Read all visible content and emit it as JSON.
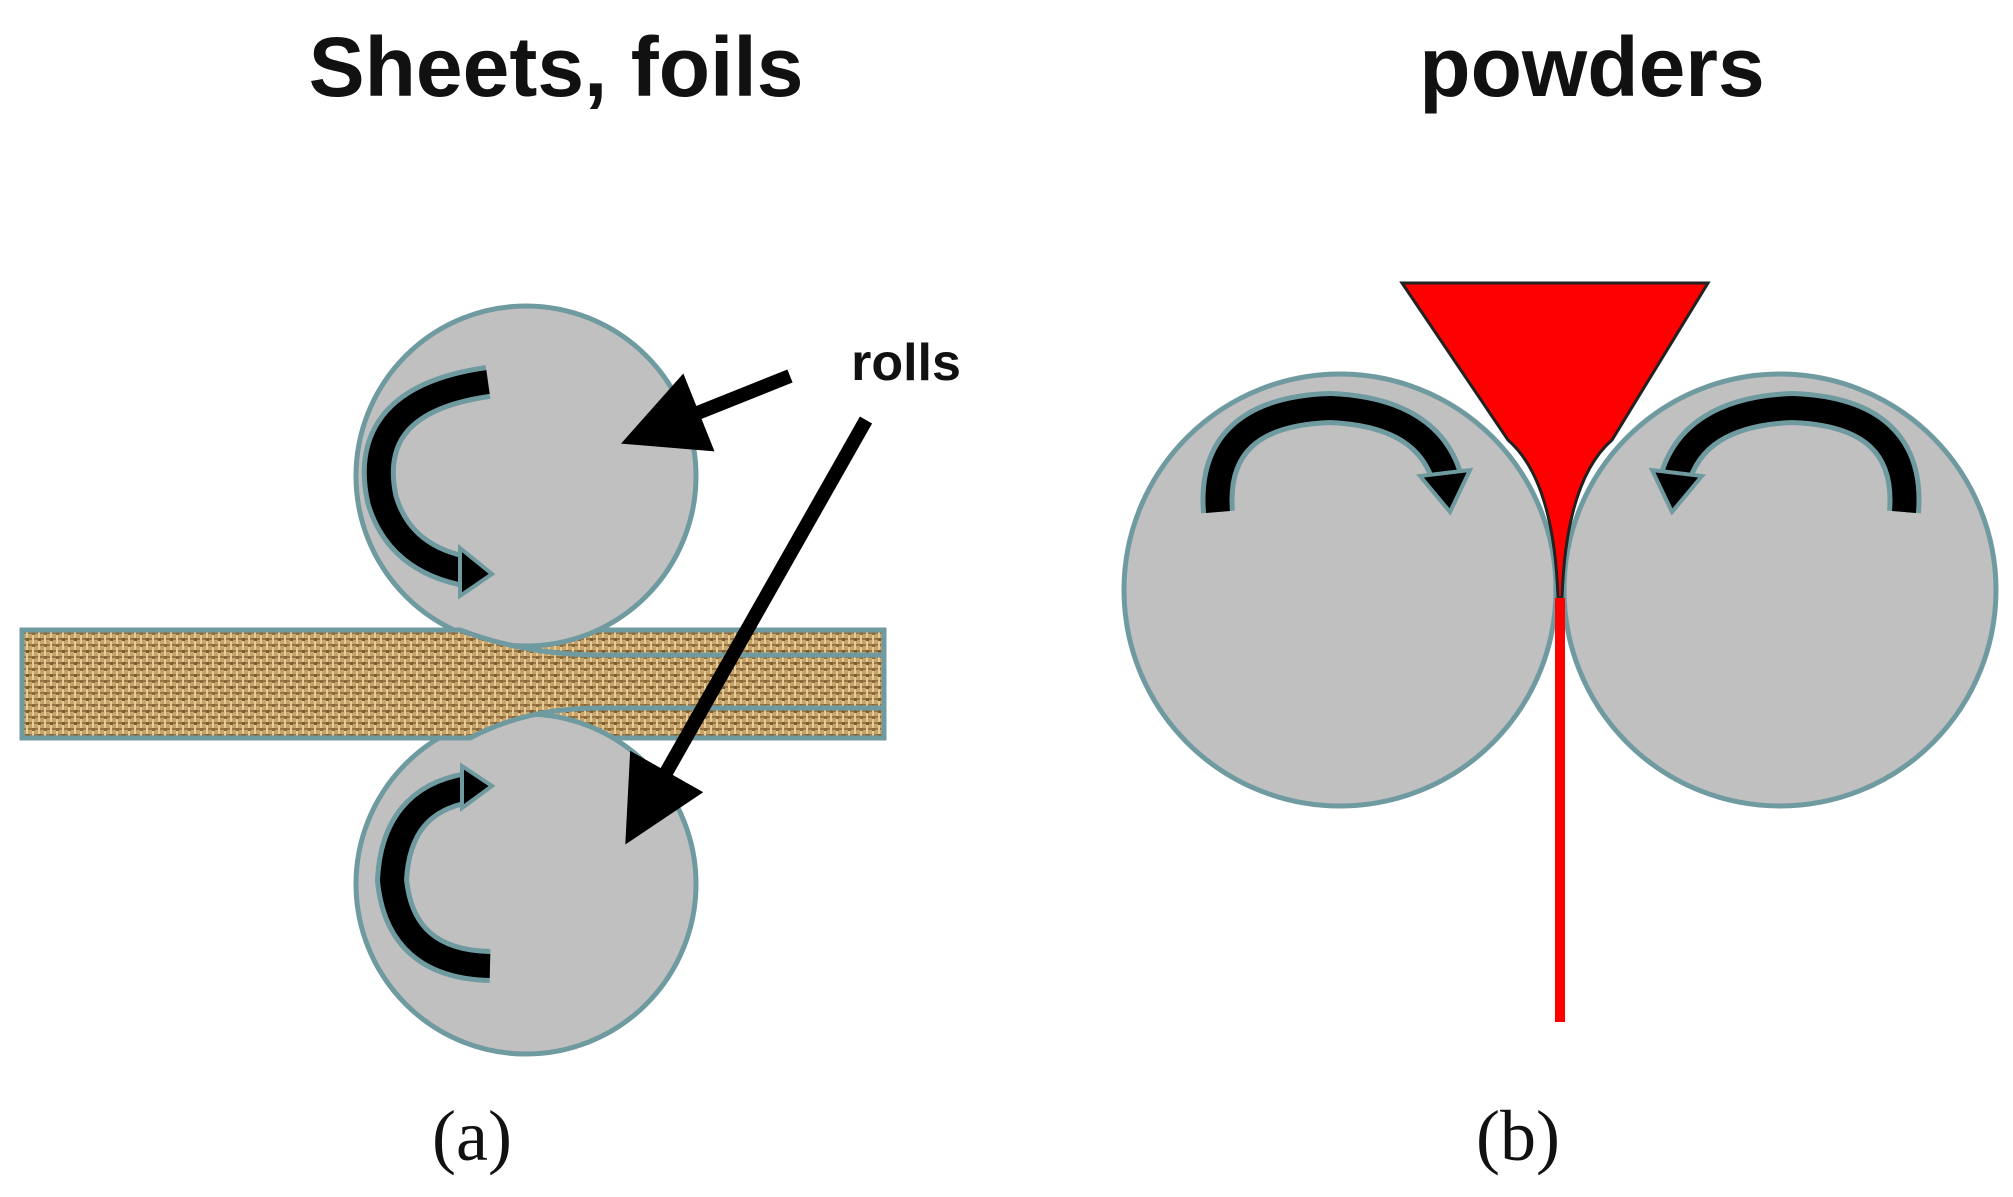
{
  "panel_a": {
    "title": "Sheets, foils",
    "callout": "rolls",
    "label": "(a)"
  },
  "panel_b": {
    "title": "powders",
    "label": "(b)"
  },
  "colors": {
    "roll_fill": "#c0c0c0",
    "roll_outline": "#6f9ba0",
    "sheet_fill": "#c8a46a",
    "powder": "#ff0000",
    "arrow": "#000000"
  }
}
